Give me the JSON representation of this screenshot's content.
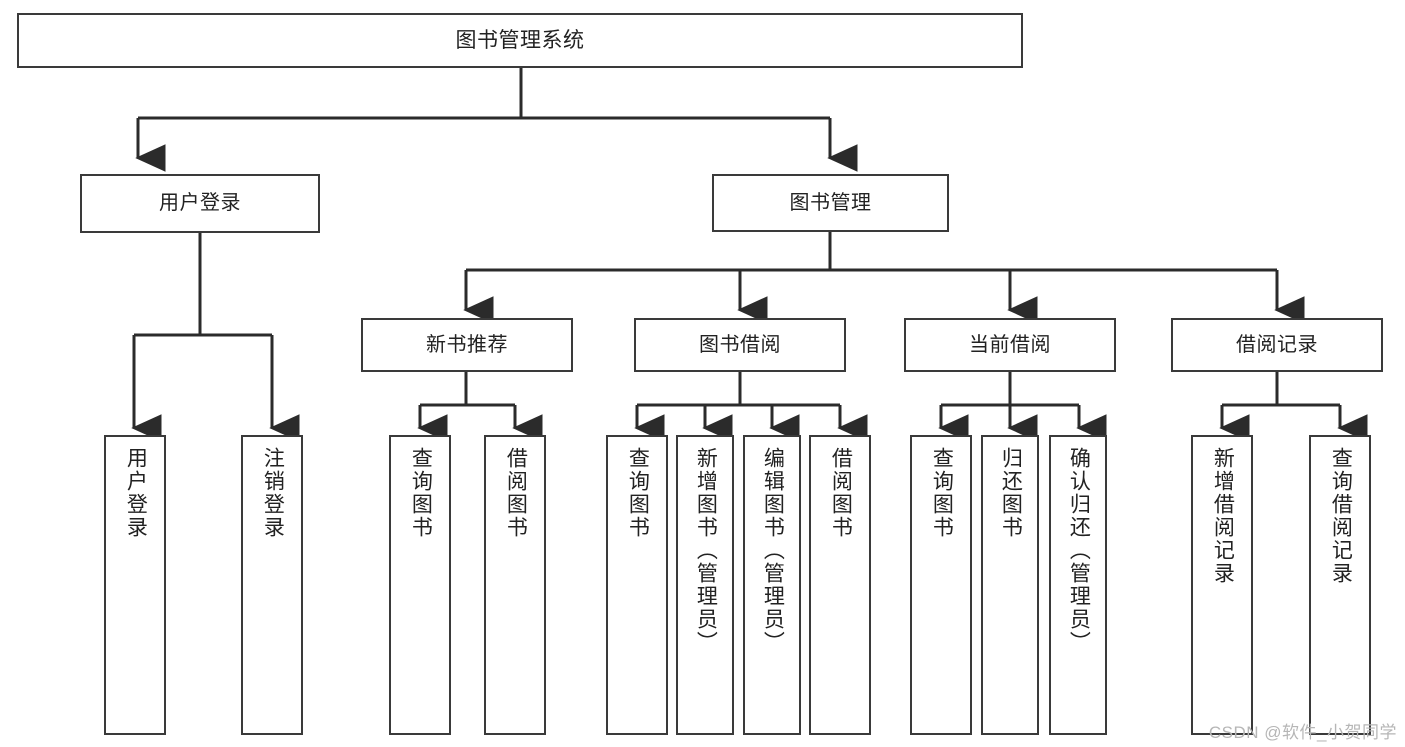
{
  "diagram": {
    "type": "tree",
    "title": "图书管理系统",
    "watermark": "CSDN @软件_小贺同学",
    "colors": {
      "box_border": "#3a3a3a",
      "box_fill": "#ffffff",
      "connector": "#2b2b2b",
      "text": "#222222",
      "watermark": "#b6b6b6"
    },
    "nodes": {
      "root": {
        "label": "图书管理系统"
      },
      "level2": [
        {
          "label": "用户登录"
        },
        {
          "label": "图书管理"
        }
      ],
      "level3": [
        {
          "label": "新书推荐"
        },
        {
          "label": "图书借阅"
        },
        {
          "label": "当前借阅"
        },
        {
          "label": "借阅记录"
        }
      ],
      "leaves": [
        {
          "label": "用户登录"
        },
        {
          "label": "注销登录"
        },
        {
          "label": "查询图书"
        },
        {
          "label": "借阅图书"
        },
        {
          "label": "查询图书"
        },
        {
          "label": "新增图书（管理员）"
        },
        {
          "label": "编辑图书（管理员）"
        },
        {
          "label": "借阅图书"
        },
        {
          "label": "查询图书"
        },
        {
          "label": "归还图书"
        },
        {
          "label": "确认归还（管理员）"
        },
        {
          "label": "新增借阅记录"
        },
        {
          "label": "查询借阅记录"
        }
      ]
    }
  }
}
